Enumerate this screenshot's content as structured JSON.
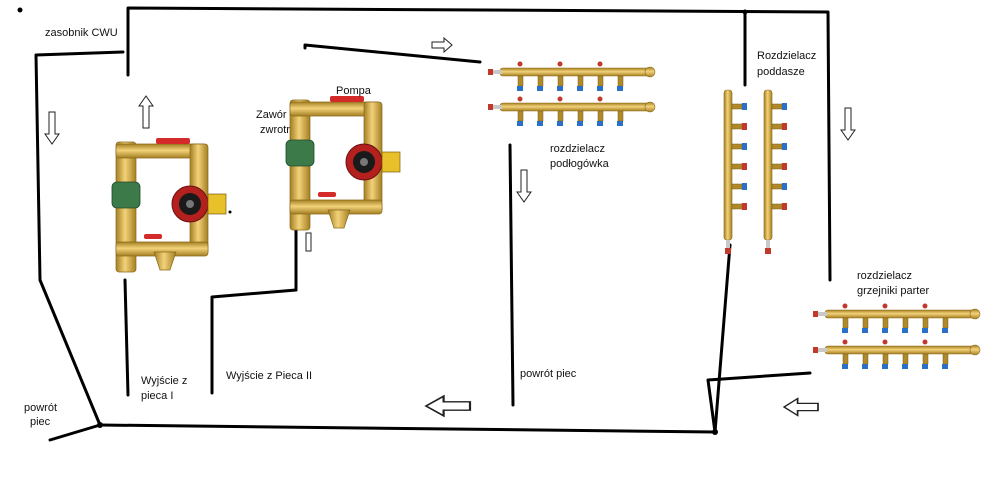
{
  "labels": {
    "zasobnik": "zasobnik CWU",
    "pompa": "Pompa",
    "zawor_line1": "Zawór",
    "zawor_line2": "zwrotr",
    "rozdz_podlogowka_line1": "rozdzielacz",
    "rozdz_podlogowka_line2": "podłogówka",
    "rozdz_poddasze_line1": "Rozdzielacz",
    "rozdz_poddasze_line2": "poddasze",
    "rozdz_parter_line1": "rozdzielacz",
    "rozdz_parter_line2": "grzejniki parter",
    "wyjscie1_line1": "Wyjście z",
    "wyjscie1_line2": "pieca I",
    "wyjscie2": "Wyjście z Pieca  II",
    "powrot_piec_mid": "powrót piec",
    "powrot_piec_left_line1": "powrót",
    "powrot_piec_left_line2": "piec"
  },
  "colors": {
    "pipe": "#000000",
    "brass": "#d9b24a",
    "brass_dark": "#a57f22",
    "pump_red": "#b3201e",
    "valve_green": "#3d7a4a",
    "handle_red": "#d42a2a",
    "blue_cap": "#2a6fc9",
    "arrow_outline": "#222222"
  },
  "icons": {
    "pump_assembly": "pump-group-icon",
    "manifold": "manifold-icon",
    "arrow": "flow-arrow-icon"
  }
}
